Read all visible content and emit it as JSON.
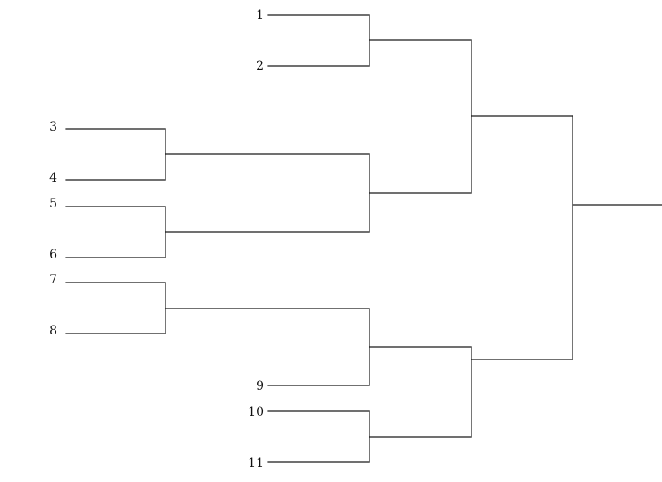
{
  "bracket": {
    "teams": [
      {
        "id": "t1",
        "label": "1"
      },
      {
        "id": "t2",
        "label": "2"
      },
      {
        "id": "t3",
        "label": "3"
      },
      {
        "id": "t4",
        "label": "4"
      },
      {
        "id": "t5",
        "label": "5"
      },
      {
        "id": "t6",
        "label": "6"
      },
      {
        "id": "t7",
        "label": "7"
      },
      {
        "id": "t8",
        "label": "8"
      },
      {
        "id": "t9",
        "label": "9"
      },
      {
        "id": "t10",
        "label": "10"
      },
      {
        "id": "t11",
        "label": "11"
      }
    ],
    "matches": [
      {
        "id": "m12",
        "between": [
          "t1",
          "t2"
        ]
      },
      {
        "id": "m34",
        "between": [
          "t3",
          "t4"
        ]
      },
      {
        "id": "m56",
        "between": [
          "t5",
          "t6"
        ]
      },
      {
        "id": "m78",
        "between": [
          "t7",
          "t8"
        ]
      },
      {
        "id": "m1011",
        "between": [
          "t10",
          "t11"
        ]
      },
      {
        "id": "m3456",
        "between": [
          "m34",
          "m56"
        ]
      },
      {
        "id": "m789",
        "between": [
          "m78",
          "t9"
        ]
      },
      {
        "id": "mTop",
        "between": [
          "m12",
          "m3456"
        ]
      },
      {
        "id": "mBottom",
        "between": [
          "m789",
          "m1011"
        ]
      },
      {
        "id": "mFinal",
        "between": [
          "mTop",
          "mBottom"
        ]
      }
    ]
  }
}
